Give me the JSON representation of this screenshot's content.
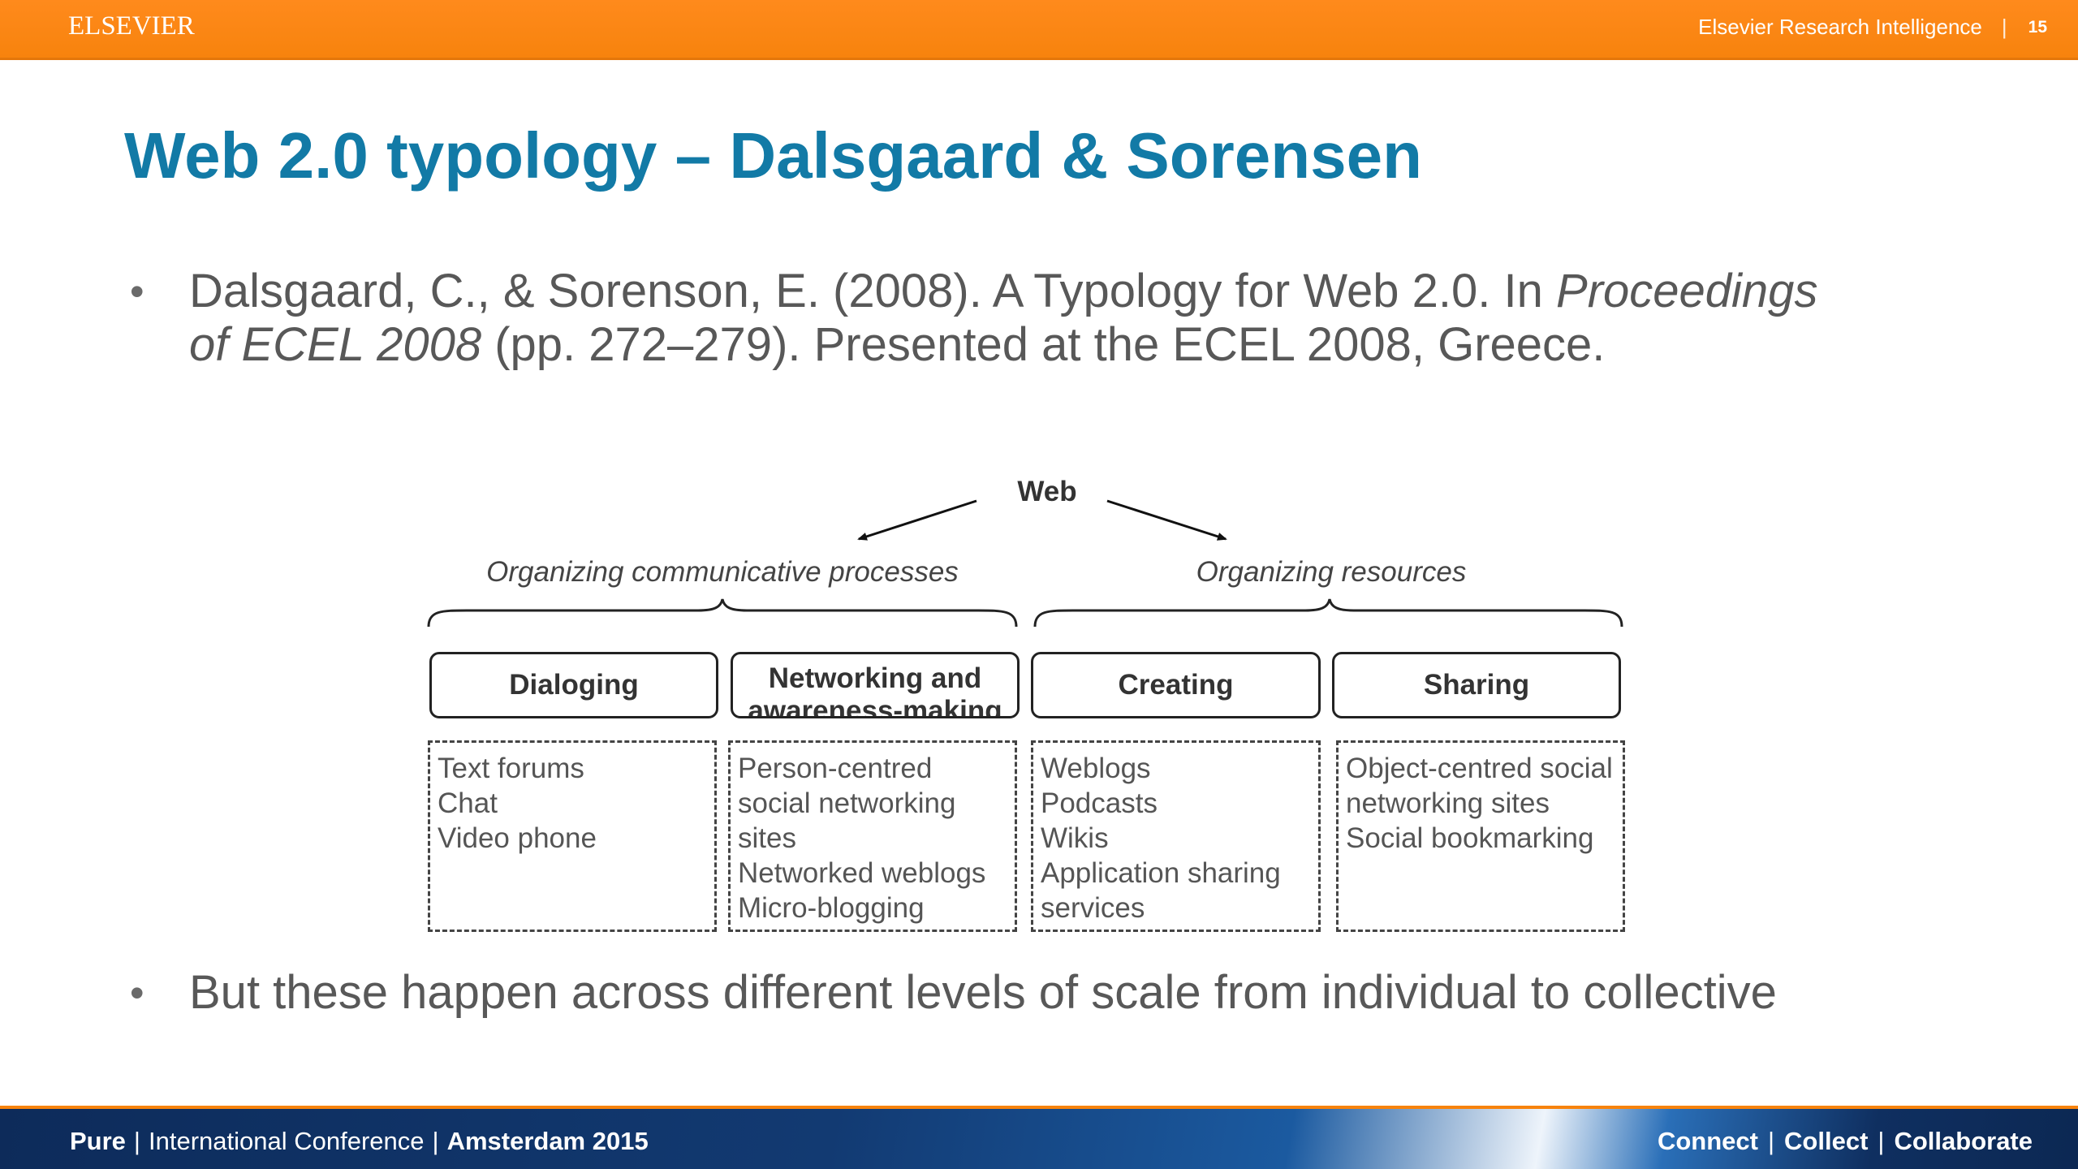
{
  "header": {
    "brand": "ELSEVIER",
    "product": "Elsevier Research Intelligence",
    "separator": "|",
    "page_number": "15"
  },
  "slide": {
    "title": "Web 2.0 typology – Dalsgaard & Sorensen",
    "bullet_marker": "•",
    "bullets": [
      {
        "part1": "Dalsgaard, C., & Sorenson, E. (2008). A Typology for Web 2.0. In ",
        "part2_italic": "Proceedings",
        "line2_italic": "of ECEL 2008",
        "line2_rest": " (pp. 272–279). Presented at the ECEL 2008, Greece."
      },
      {
        "text": "But these happen across different levels of scale from individual to collective"
      }
    ]
  },
  "diagram": {
    "root": "Web",
    "groups": [
      {
        "label": "Organizing communicative processes"
      },
      {
        "label": "Organizing resources"
      }
    ],
    "categories": [
      {
        "label": "Dialoging",
        "items": [
          "Text forums",
          "Chat",
          "Video phone"
        ]
      },
      {
        "label": "Networking and awareness-making",
        "items": [
          "Person-centred",
          "social networking",
          "sites",
          "Networked weblogs",
          "Micro-blogging"
        ]
      },
      {
        "label": "Creating",
        "items": [
          "Weblogs",
          "Podcasts",
          "Wikis",
          "Application sharing",
          "services"
        ]
      },
      {
        "label": "Sharing",
        "items": [
          "Object-centred social networking sites",
          "Social bookmarking"
        ]
      }
    ]
  },
  "footer": {
    "left_bold": "Pure",
    "left_mid": "International Conference",
    "left_bold2": "Amsterdam 2015",
    "separator": "|",
    "right": [
      "Connect",
      "Collect",
      "Collaborate"
    ]
  },
  "colors": {
    "header_orange": "#f7830d",
    "title_blue": "#127aa6",
    "footer_navy": "#0d2b5a"
  }
}
